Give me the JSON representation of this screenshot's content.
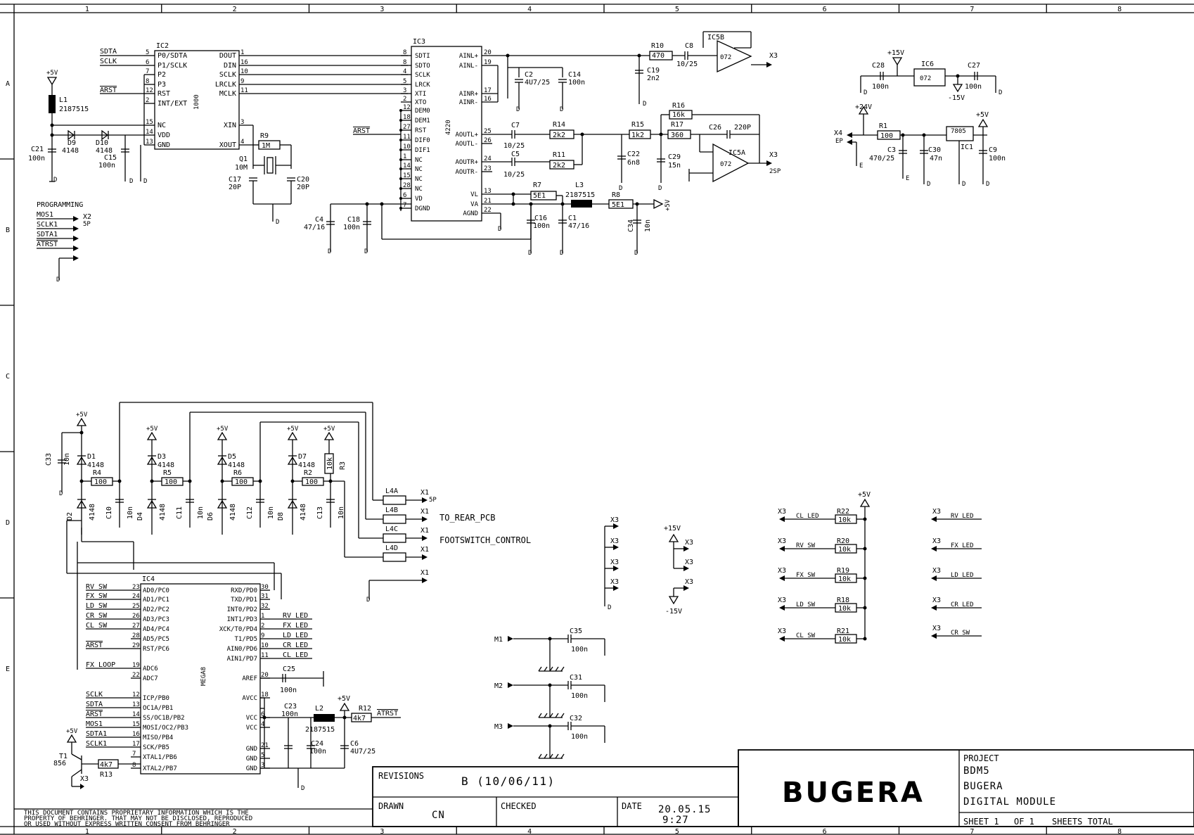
{
  "frame": {
    "columns": [
      "1",
      "2",
      "3",
      "4",
      "5",
      "6",
      "7",
      "8"
    ],
    "rows": [
      "A",
      "B",
      "C",
      "D",
      "E"
    ]
  },
  "ic2": {
    "ref": "IC2",
    "part": "1000",
    "left_pins": [
      "P0/SDTA",
      "P1/SCLK",
      "P2",
      "P3",
      "RST",
      "INT/EXT",
      "NC",
      "VDD",
      "GND"
    ],
    "left_nums": [
      "5",
      "6",
      "7",
      "8",
      "12",
      "2",
      "15",
      "14",
      "13"
    ],
    "right_pins": [
      "DOUT",
      "DIN",
      "SCLK",
      "LRCLK",
      "MCLK",
      "XIN",
      "XOUT"
    ],
    "right_nums": [
      "1",
      "16",
      "10",
      "9",
      "11",
      "3",
      "4"
    ],
    "nets": [
      "SDTA",
      "SCLK",
      "ARST"
    ]
  },
  "ic3": {
    "ref": "IC3",
    "part": "4220",
    "left_pins": [
      "SDTI",
      "SDTO",
      "SCLK",
      "LRCK",
      "XTI",
      "XTO",
      "DEM0",
      "DEM1",
      "RST",
      "DIF0",
      "DIF1",
      "NC",
      "NC",
      "NC",
      "NC",
      "VD",
      "DGND"
    ],
    "left_nums": [
      "8",
      "8",
      "4",
      "5",
      "3",
      "2",
      "12",
      "18",
      "27",
      "11",
      "10",
      "1",
      "14",
      "15",
      "28",
      "6",
      "7"
    ],
    "right_pins": [
      "AINL+",
      "AINL-",
      "AINR+",
      "AINR-",
      "AOUTL+",
      "AOUTL-",
      "AOUTR+",
      "AOUTR-",
      "VL",
      "VA",
      "AGND"
    ],
    "right_nums": [
      "20",
      "19",
      "17",
      "16",
      "25",
      "26",
      "24",
      "23",
      "13",
      "21",
      "22"
    ],
    "net": "ARST"
  },
  "ic4": {
    "ref": "IC4",
    "part": "MEGA8",
    "left_pins": [
      "AD0/PC0",
      "AD1/PC1",
      "AD2/PC2",
      "AD3/PC3",
      "AD4/PC4",
      "AD5/PC5",
      "RST/PC6",
      "ADC6",
      "ADC7",
      "ICP/PB0",
      "OC1A/PB1",
      "SS/OC1B/PB2",
      "MOSI/OC2/PB3",
      "MISO/PB4",
      "SCK/PB5",
      "XTAL1/PB6",
      "XTAL2/PB7"
    ],
    "left_nums": [
      "23",
      "24",
      "25",
      "26",
      "27",
      "28",
      "29",
      "19",
      "22",
      "12",
      "13",
      "14",
      "15",
      "16",
      "17",
      "7",
      "8"
    ],
    "left_nets": [
      "RV_SW",
      "FX_SW",
      "LD_SW",
      "CR_SW",
      "CL_SW",
      "",
      "ARST",
      "FX_LOOP",
      "",
      "SCLK",
      "SDTA",
      "ARST",
      "MOS1",
      "SDTA1",
      "SCLK1",
      "",
      ""
    ],
    "right_pins": [
      "RXD/PD0",
      "TXD/PD1",
      "INT0/PD2",
      "INT1/PD3",
      "XCK/T0/PD4",
      "T1/PD5",
      "AIN0/PD6",
      "AIN1/PD7",
      "AREF",
      "AVCC",
      "VCC",
      "VCC",
      "GND",
      "GND",
      "GND"
    ],
    "right_nums": [
      "30",
      "31",
      "32",
      "1",
      "2",
      "9",
      "10",
      "11",
      "20",
      "18",
      "6",
      "4",
      "21",
      "5",
      "3"
    ],
    "right_nets": [
      "",
      "",
      "",
      "RV_LED",
      "FX_LED",
      "LD_LED",
      "CR_LED",
      "CL_LED"
    ]
  },
  "labels": {
    "d9": "D9",
    "d9v": "4148",
    "d10": "D10",
    "d10v": "4148",
    "l1": "L1",
    "l1v": "2187515",
    "c21": "C21",
    "c21v": "100n",
    "c15": "C15",
    "c15v": "100n",
    "r9": "R9",
    "r9v": "1M",
    "q1": "Q1",
    "q1v": "10M",
    "c17": "C17",
    "c17v": "20P",
    "c20": "C20",
    "c20v": "20P",
    "c2": "C2",
    "c2v": "4U7/25",
    "c14": "C14",
    "c14v": "100n",
    "c4": "C4",
    "c4v": "47/16",
    "c18": "C18",
    "c18v": "100n",
    "c7": "C7",
    "c7v": "10/25",
    "r14": "R14",
    "r14v": "2k2",
    "c5": "C5",
    "c5v": "10/25",
    "r11": "R11",
    "r11v": "2k2",
    "r7": "R7",
    "r7v": "5E1",
    "l3": "L3",
    "l3v": "2187515",
    "r8": "R8",
    "r8v": "5E1",
    "c16": "C16",
    "c16v": "100n",
    "c1": "C1",
    "c1v": "47/16",
    "c34": "C34",
    "c34v": "10n",
    "r10": "R10",
    "r10v": "470",
    "c8": "C8",
    "c8v": "10/25",
    "c19": "C19",
    "c19v": "2n2",
    "ic5b": "IC5B",
    "ic5bv": "072",
    "r16": "R16",
    "r16v": "16k",
    "r15": "R15",
    "r15v": "1k2",
    "r17": "R17",
    "r17v": "360",
    "c26": "C26",
    "c26v": "220P",
    "c22": "C22",
    "c22v": "6n8",
    "c29": "C29",
    "c29v": "15n",
    "ic5a": "IC5A",
    "ic5av": "072",
    "x3": "X3",
    "x3_2": "2SP",
    "c28": "C28",
    "c28v": "100n",
    "ic6": "IC6",
    "ic6v": "072",
    "c27": "C27",
    "c27v": "100n",
    "p15": "+15V",
    "m15": "-15V",
    "p24": "+24V",
    "p5": "+5V",
    "x4": "X4",
    "x4v": "EP",
    "r1": "R1",
    "r1v": "100",
    "c3": "C3",
    "c3v": "470/25",
    "c30": "C30",
    "c30v": "47n",
    "ic1": "IC1",
    "ic1v": "7805",
    "c9": "C9",
    "c9v": "100n",
    "programming": "PROGRAMMING",
    "mos1": "MOS1",
    "sclk1": "SCLK1",
    "sdta1": "SDTA1",
    "atrst": "ATRST",
    "x2": "X2",
    "x2v": "5P",
    "c33": "C33",
    "c33v": "10n",
    "d1": "D1",
    "d3": "D3",
    "d5": "D5",
    "d7": "D7",
    "d2": "D2",
    "d4": "D4",
    "d6": "D6",
    "d8": "D8",
    "dv": "4148",
    "r4": "R4",
    "r5": "R5",
    "r6": "R6",
    "r2": "R2",
    "rv100": "100",
    "r3": "R3",
    "r3v": "10k",
    "c10": "C10",
    "c11": "C11",
    "c12": "C12",
    "c13": "C13",
    "cv10n": "10n",
    "l4a": "L4A",
    "l4b": "L4B",
    "l4c": "L4C",
    "l4d": "L4D",
    "x1": "X1",
    "x1v": "5P",
    "to_rear": "TO_REAR_PCB",
    "footswitch": "FOOTSWITCH_CONTROL",
    "m1": "M1",
    "m2": "M2",
    "m3": "M3",
    "c35": "C35",
    "c31": "C31",
    "c32": "C32",
    "cv100n": "100n",
    "r22": "R22",
    "r20": "R20",
    "r19": "R19",
    "r18": "R18",
    "r21": "R21",
    "rv10k": "10k",
    "cl_led": "CL_LED",
    "rv_sw": "RV_SW",
    "fx_sw": "FX_SW",
    "ld_sw": "LD_SW",
    "cl_sw": "CL_SW",
    "rv_led": "RV_LED",
    "fx_led": "FX_LED",
    "ld_led": "LD_LED",
    "cr_led": "CR_LED",
    "cr_sw": "CR_SW",
    "c25": "C25",
    "c25v": "100n",
    "c23": "C23",
    "c23v": "100n",
    "l2": "L2",
    "l2v": "2187515",
    "c24": "C24",
    "c24v": "100n",
    "c6": "C6",
    "c6v": "4U7/25",
    "r12": "R12",
    "r12v": "4k7",
    "atrst2": "ATRST",
    "t1": "T1",
    "t1v": "856",
    "r13": "R13",
    "r13v": "4k7",
    "x3b": "X3"
  },
  "title_block": {
    "revisions_label": "REVISIONS",
    "revision": "B (10/06/11)",
    "drawn_label": "DRAWN",
    "drawn": "CN",
    "checked_label": "CHECKED",
    "date_label": "DATE",
    "date": "20.05.15",
    "time": "9:27",
    "logo": "BUGERA",
    "project_label": "PROJECT",
    "project": "BDM5",
    "line1": "BUGERA",
    "line2": "DIGITAL MODULE",
    "sheet": "SHEET 1",
    "of": "OF 1",
    "sheets_total": "SHEETS TOTAL",
    "disclaimer1": "THIS DOCUMENT CONTAINS PROPRIETARY INFORMATION WHICH IS THE",
    "disclaimer2": "PROPERTY OF BEHRINGER. THAT MAY NOT BE DISCLOSED, REPRODUCED",
    "disclaimer3": "OR USED WITHOUT EXPRESS WRITTEN CONSENT FROM BEHRINGER"
  }
}
